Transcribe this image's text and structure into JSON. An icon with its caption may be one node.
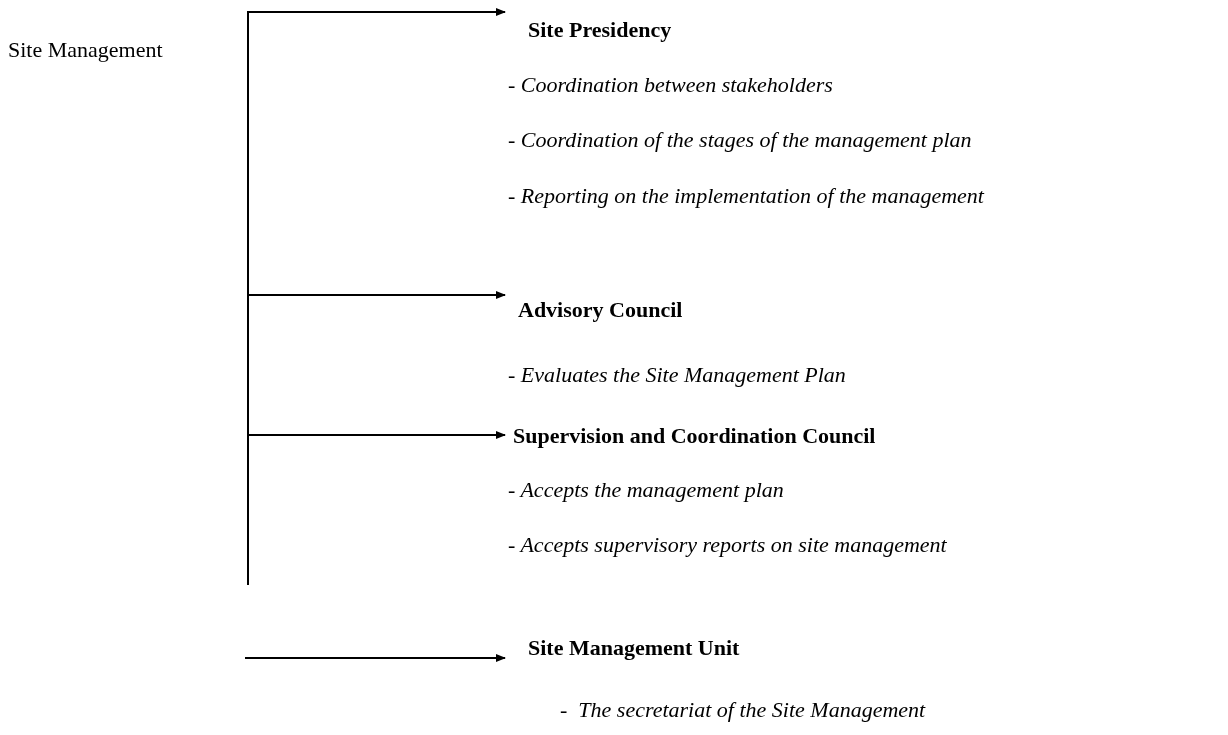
{
  "diagram": {
    "nodes": [
      {
        "text": [
          "Site Presidency",
          "- Coordination between stakeholders",
          "- Coordination of the stages of the management plan",
          "- Reporting on the implementation of the management"
        ]
      },
      {
        "text": [
          "Advisory Council",
          "- Evaluates the Site Management Plan"
        ]
      },
      {
        "text": [
          "Supervision and Coordination Council",
          "- Accepts the management plan",
          "- Accepts supervisory reports on site management"
        ]
      },
      {
        "text": [
          "Site Management Unit",
          "-  The secretariat of the Site Management"
        ]
      }
    ],
    "edges": [
      {
        "from": null,
        "to": 0,
        "arrow": "to"
      },
      {
        "from": null,
        "to": 1,
        "arrow": "to"
      },
      {
        "from": null,
        "to": 2,
        "arrow": "to"
      },
      {
        "from": null,
        "to": 3,
        "arrow": "to"
      }
    ],
    "labels": [
      "Site Management"
    ]
  }
}
